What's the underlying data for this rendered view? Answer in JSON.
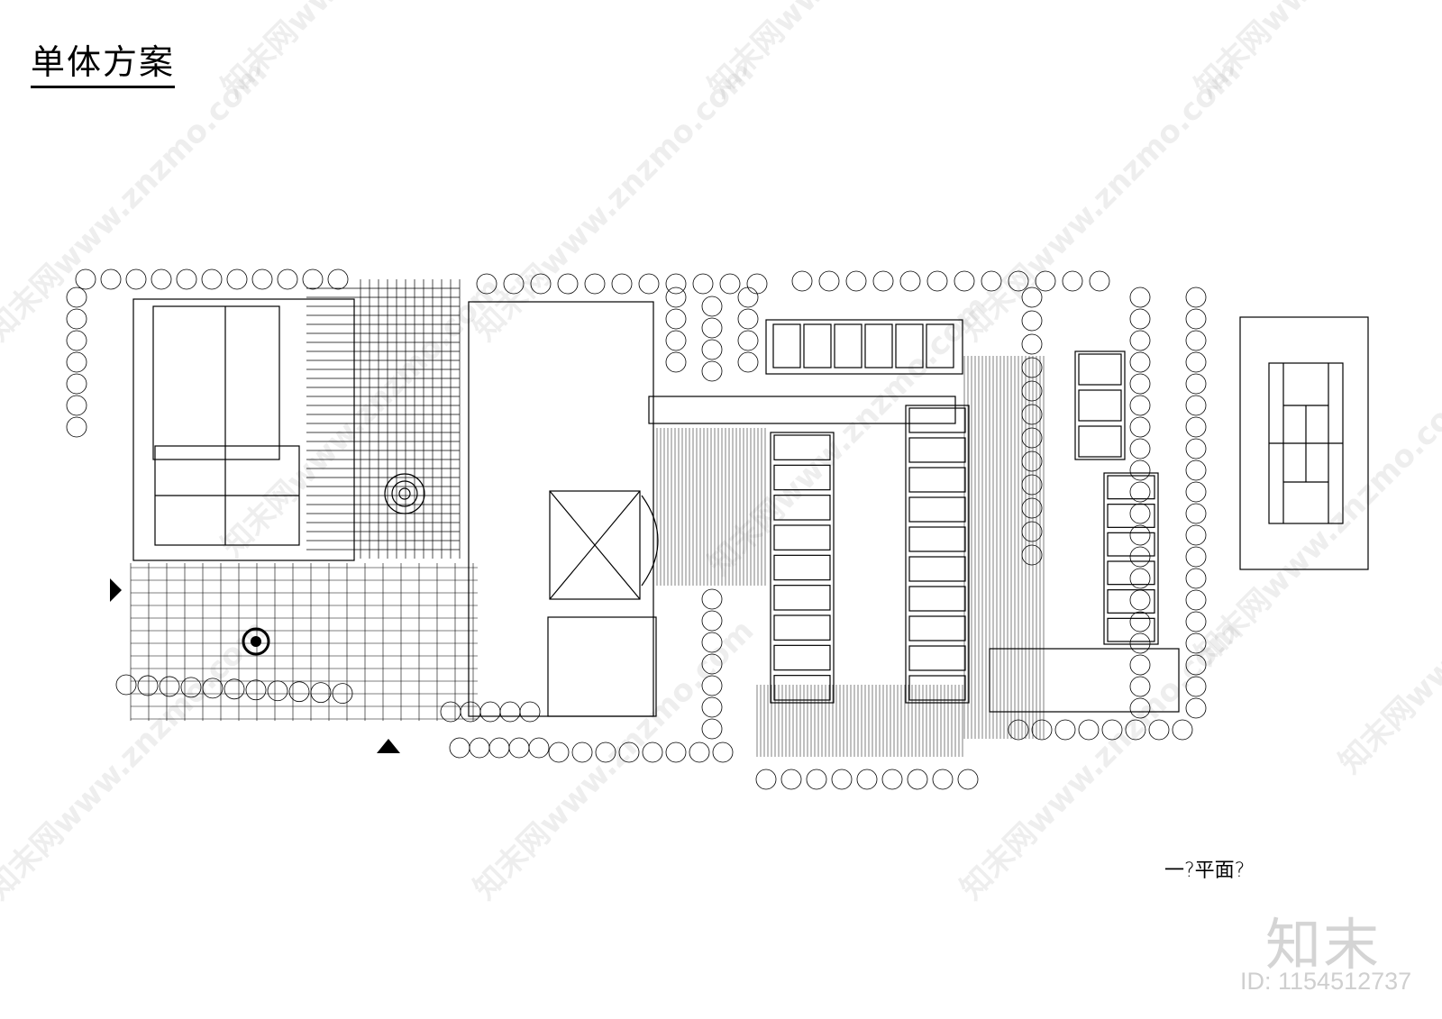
{
  "title": "单体方案",
  "plan_label": "一?平面?",
  "logo": "知末",
  "id_label": "ID: 1154512737",
  "watermark": "知末网www.znzmo.com"
}
